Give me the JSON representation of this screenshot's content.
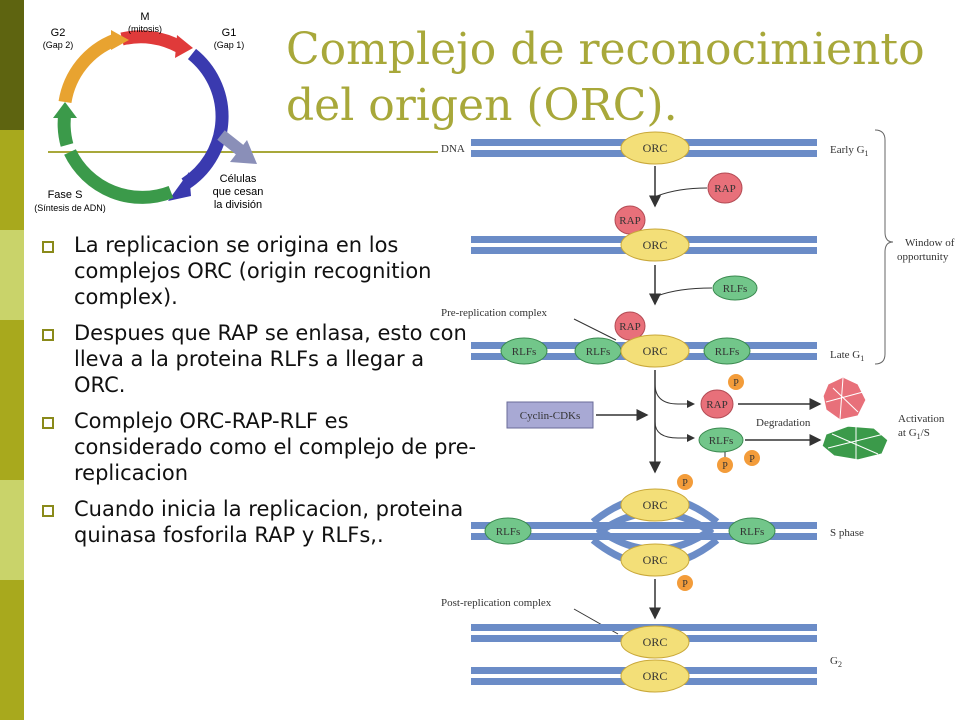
{
  "slide": {
    "title_line1": "Complejo de reconocimiento",
    "title_line2": "del origen (ORC).",
    "bullets": [
      "La replicacion se origina en los complejos ORC (origin recognition complex).",
      "Despues que RAP se enlasa, esto con lleva a la proteina RLFs a llegar a ORC.",
      "Complejo ORC-RAP-RLF es considerado como el complejo de  pre-replicacion",
      "Cuando inicia la replicacion, proteina quinasa fosforila RAP y RLFs,."
    ]
  },
  "cell_cycle": {
    "m": "M",
    "m_sub": "(mitosis)",
    "g1": "G1",
    "g1_sub": "(Gap 1)",
    "g2": "G2",
    "g2_sub": "(Gap 2)",
    "s": "Fase S",
    "s_sub": "(Síntesis de ADN)",
    "exit_1": "Células",
    "exit_2": "que cesan",
    "exit_3": "la división"
  },
  "orc_diagram": {
    "dna": "DNA",
    "orc": "ORC",
    "rap": "RAP",
    "rlfs": "RLFs",
    "p": "P",
    "pre_replication": "Pre-replication complex",
    "post_replication": "Post-replication complex",
    "cyclin_cdks": "Cyclin-CDKs",
    "degradation": "Degradation",
    "activation_1": "Activation",
    "activation_2": "at G",
    "activation_sub": "1",
    "activation_3": "/S",
    "window_1": "Window of",
    "window_2": "opportunity",
    "early_g1": "Early G",
    "late_g1": "Late G",
    "g1_sub": "1",
    "s_phase": "S phase",
    "g2": "G",
    "g2_sub": "2"
  },
  "colors": {
    "title": "#a8a83a",
    "sidebar": [
      "#5e6410",
      "#a8a91d",
      "#c9d36a",
      "#a8a91d",
      "#c9d36a",
      "#a8a91d"
    ],
    "dna": "#6b8cc7",
    "orc": "#f3df78",
    "rap": "#e8707a",
    "rlfs": "#72c68a",
    "p": "#f39c3a"
  }
}
